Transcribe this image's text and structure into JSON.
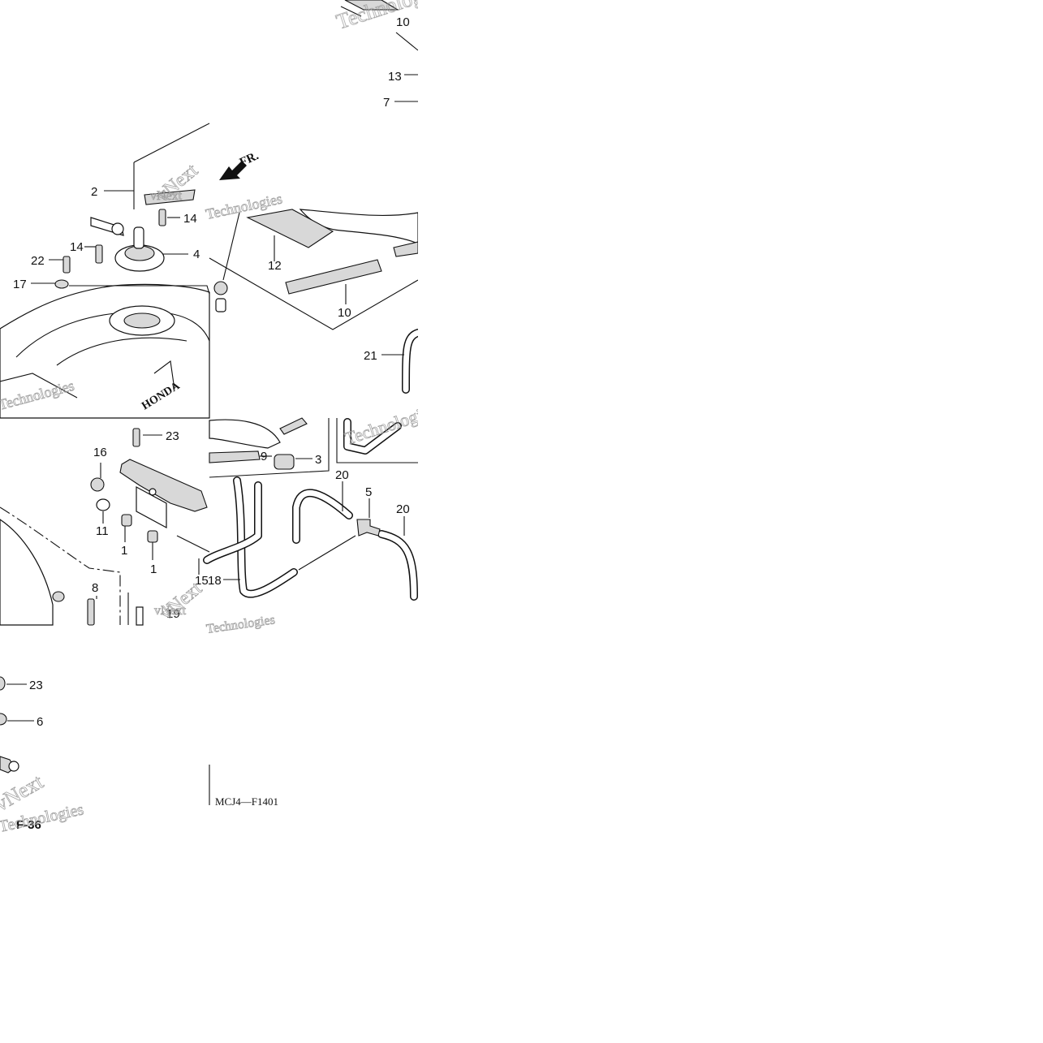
{
  "diagram": {
    "callouts": [
      {
        "id": "c10a",
        "label": "10"
      },
      {
        "id": "c13",
        "label": "13"
      },
      {
        "id": "c7",
        "label": "7"
      },
      {
        "id": "c2",
        "label": "2"
      },
      {
        "id": "c14a",
        "label": "14"
      },
      {
        "id": "c14b",
        "label": "14"
      },
      {
        "id": "c4",
        "label": "4"
      },
      {
        "id": "c22",
        "label": "22"
      },
      {
        "id": "c17",
        "label": "17"
      },
      {
        "id": "c12",
        "label": "12"
      },
      {
        "id": "c10b",
        "label": "10"
      },
      {
        "id": "c21",
        "label": "21"
      },
      {
        "id": "c23a",
        "label": "23"
      },
      {
        "id": "c16",
        "label": "16"
      },
      {
        "id": "c11",
        "label": "11"
      },
      {
        "id": "c1a",
        "label": "1"
      },
      {
        "id": "c1b",
        "label": "1"
      },
      {
        "id": "c9",
        "label": "9"
      },
      {
        "id": "c3",
        "label": "3"
      },
      {
        "id": "c20a",
        "label": "20"
      },
      {
        "id": "c5",
        "label": "5"
      },
      {
        "id": "c20b",
        "label": "20"
      },
      {
        "id": "c15",
        "label": "15"
      },
      {
        "id": "c18",
        "label": "18"
      },
      {
        "id": "c8",
        "label": "8"
      },
      {
        "id": "c19",
        "label": "19"
      },
      {
        "id": "c23b",
        "label": "23"
      },
      {
        "id": "c6",
        "label": "6"
      }
    ],
    "front_marker": "FR.",
    "brand_mark": "HONDA",
    "diagram_code": "MCJ4—F1401",
    "page_label": "F-36",
    "watermark": {
      "brand": "vNext",
      "suffix": "Technologies"
    }
  }
}
